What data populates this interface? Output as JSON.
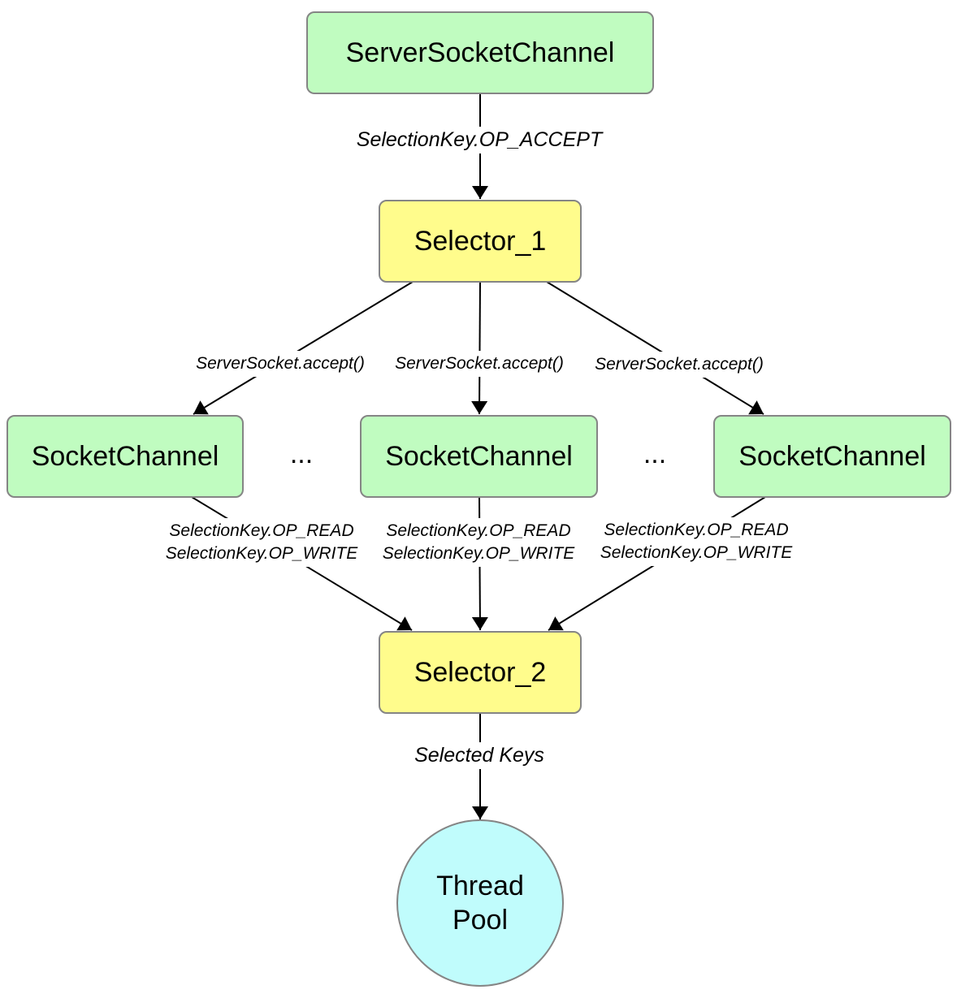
{
  "diagram": {
    "nodes": {
      "server_socket_channel": "ServerSocketChannel",
      "selector_1": "Selector_1",
      "socket_channel_left": "SocketChannel",
      "socket_channel_middle": "SocketChannel",
      "socket_channel_right": "SocketChannel",
      "ellipsis_left": "...",
      "ellipsis_right": "...",
      "selector_2": "Selector_2",
      "thread_pool_line1": "Thread",
      "thread_pool_line2": "Pool"
    },
    "edges": {
      "accept_key": "SelectionKey.OP_ACCEPT",
      "accept_left": "ServerSocket.accept()",
      "accept_middle": "ServerSocket.accept()",
      "accept_right": "ServerSocket.accept()",
      "rw_left_read": "SelectionKey.OP_READ",
      "rw_left_write": "SelectionKey.OP_WRITE",
      "rw_middle_read": "SelectionKey.OP_READ",
      "rw_middle_write": "SelectionKey.OP_WRITE",
      "rw_right_read": "SelectionKey.OP_READ",
      "rw_right_write": "SelectionKey.OP_WRITE",
      "selected_keys": "Selected Keys"
    },
    "colors": {
      "channel_fill": "#c0fcc0",
      "selector_fill": "#fffc8c",
      "thread_pool_fill": "#c0fcfc",
      "node_border": "#858585",
      "edge_color": "#000000"
    }
  }
}
